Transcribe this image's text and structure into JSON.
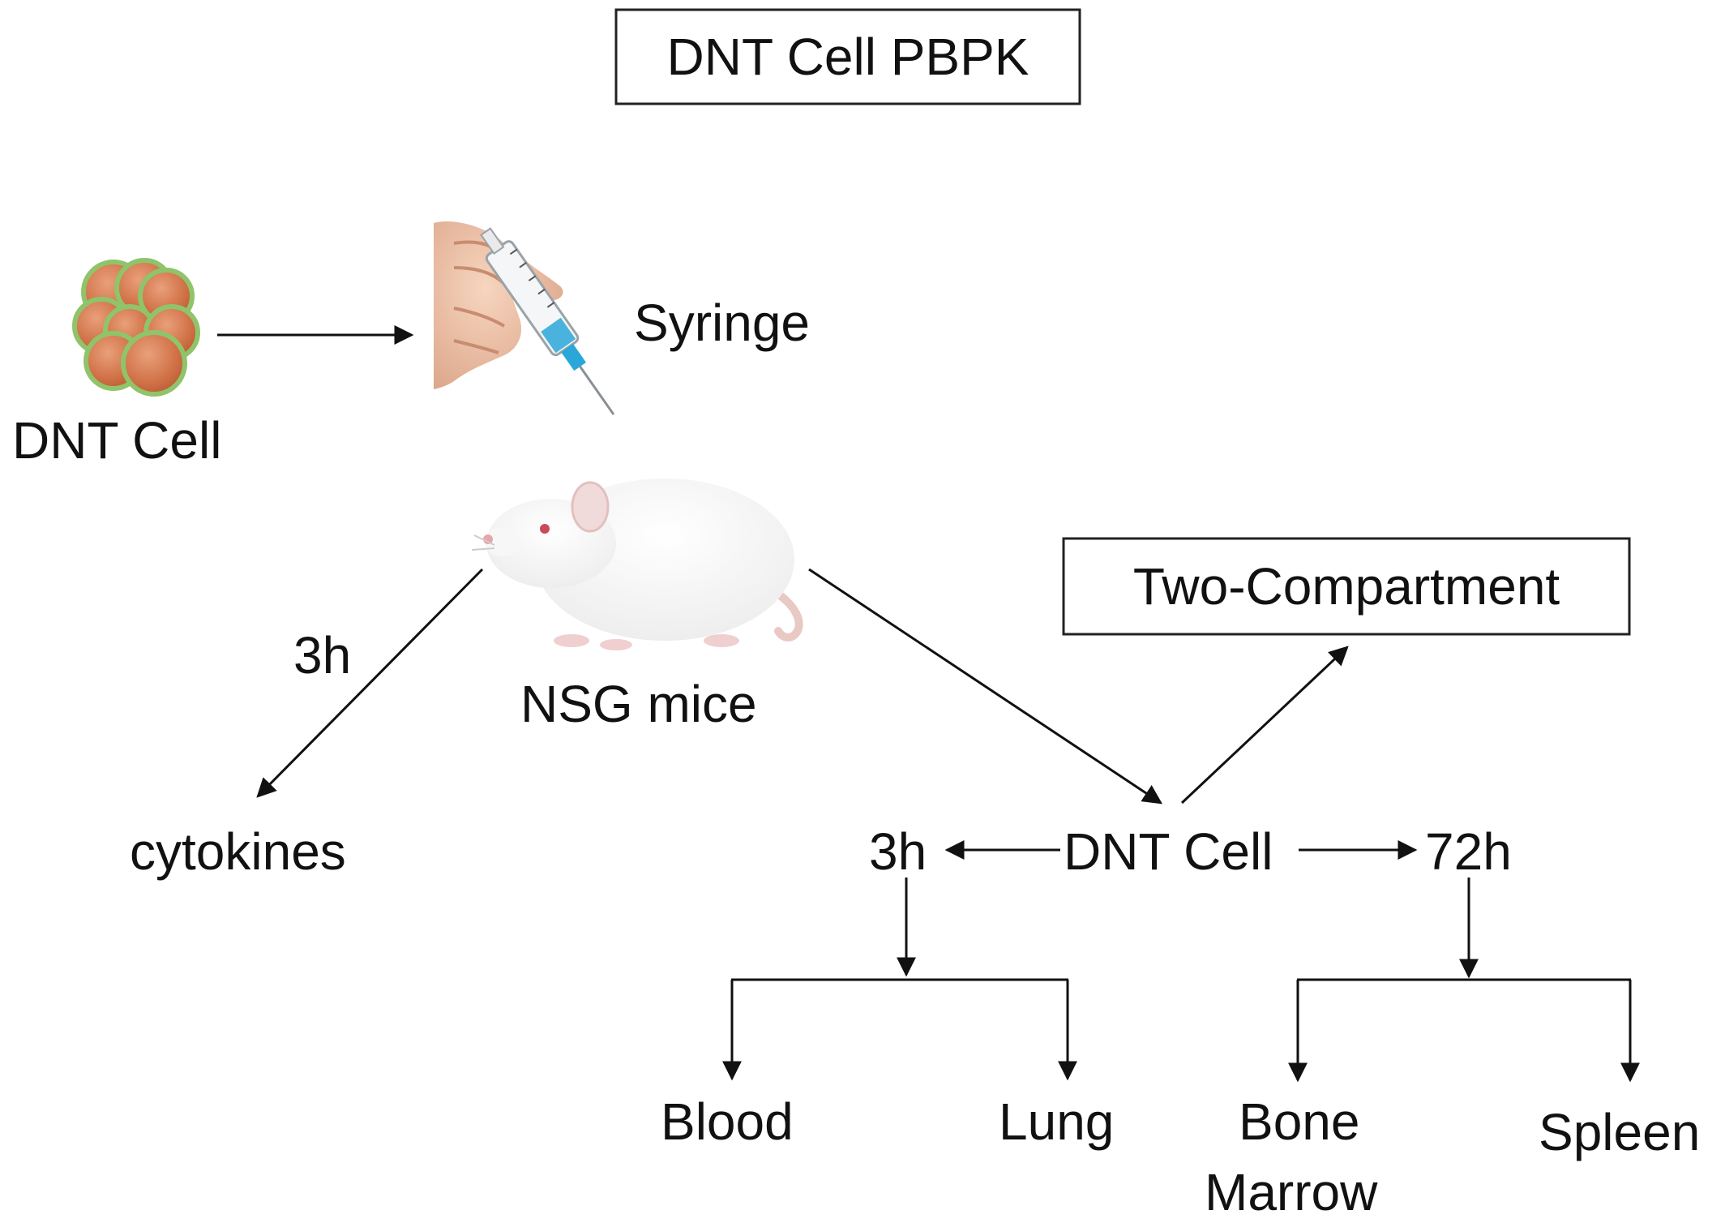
{
  "title": "DNT Cell PBPK",
  "source": {
    "cell_label": "DNT Cell",
    "syringe_label": "Syringe",
    "mouse_label": "NSG mice"
  },
  "left_branch": {
    "time_label": "3h",
    "outcome_label": "cytokines"
  },
  "right_branch": {
    "model_label": "Two-Compartment",
    "center_label": "DNT Cell",
    "early_time": "3h",
    "late_time": "72h",
    "early_targets": [
      "Blood",
      "Lung"
    ],
    "late_targets": [
      "Bone",
      "Marrow",
      "Spleen"
    ]
  },
  "colors": {
    "cell_fill": "#d07a4a",
    "cell_rim": "#8fc46a",
    "line": "#111111",
    "syringe_fluid": "#2aa7d8"
  }
}
